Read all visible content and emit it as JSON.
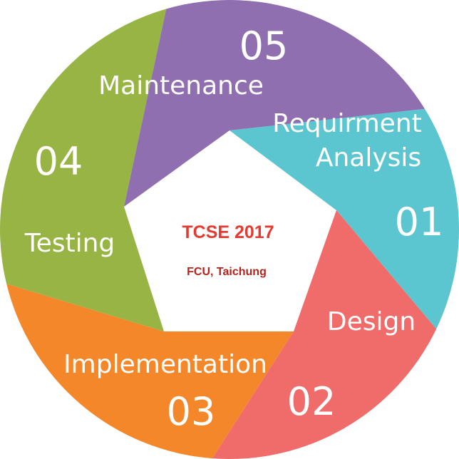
{
  "center": {
    "title": "TCSE 2017",
    "subtitle": "FCU, Taichung",
    "title_color": "#e43a31",
    "subtitle_color": "#b5231b"
  },
  "phases": [
    {
      "number": "01",
      "label_lines": [
        "Requirment",
        "Analysis"
      ],
      "color": "#5bc6cf"
    },
    {
      "number": "02",
      "label_lines": [
        "Design"
      ],
      "color": "#ef6c6b"
    },
    {
      "number": "03",
      "label_lines": [
        "Implementation"
      ],
      "color": "#f4872a"
    },
    {
      "number": "04",
      "label_lines": [
        "Testing"
      ],
      "color": "#97b445"
    },
    {
      "number": "05",
      "label_lines": [
        "Maintenance"
      ],
      "color": "#906fb0"
    }
  ]
}
